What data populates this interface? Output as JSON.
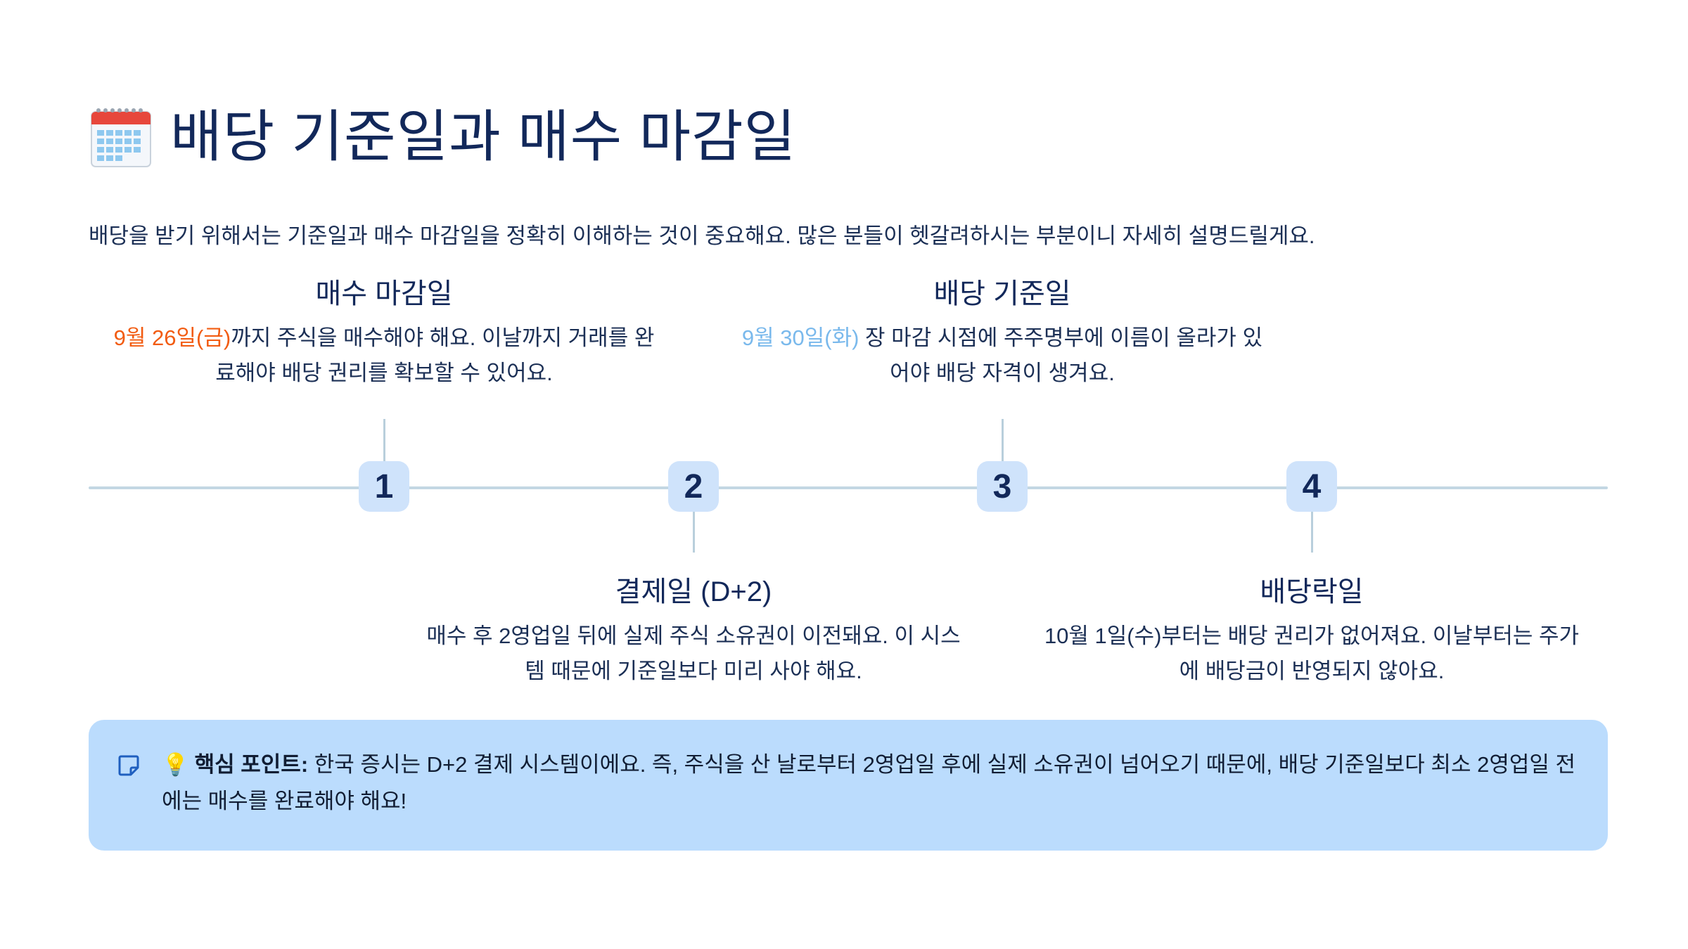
{
  "title": "배당 기준일과 매수 마감일",
  "intro": "배당을 받기 위해서는 기준일과 매수 마감일을 정확히 이해하는 것이 중요해요. 많은 분들이 헷갈려하시는 부분이니 자세히 설명드릴게요.",
  "timeline": {
    "nodes": [
      "1",
      "2",
      "3",
      "4"
    ],
    "events": [
      {
        "title": "매수 마감일",
        "highlight": "9월 26일(금)",
        "desc_line1": "까지 주식을 매수해야 해요. 이날까지 거래를 완",
        "desc_line2": "료해야 배당 권리를 확보할 수 있어요."
      },
      {
        "title": "결제일 (D+2)",
        "desc_line1": "매수 후 2영업일 뒤에 실제 주식 소유권이 이전돼요. 이 시스",
        "desc_line2": "템 때문에 기준일보다 미리 사야 해요."
      },
      {
        "title": "배당 기준일",
        "highlight": "9월 30일(화)",
        "desc_line1": " 장 마감 시점에 주주명부에 이름이 올라가 있",
        "desc_line2": "어야 배당 자격이 생겨요."
      },
      {
        "title": "배당락일",
        "desc_line1": "10월 1일(수)부터는 배당 권리가 없어져요. 이날부터는 주가",
        "desc_line2": "에 배당금이 반영되지 않아요."
      }
    ]
  },
  "callout": {
    "bulb": "💡",
    "label": "핵심 포인트:",
    "text": " 한국 증시는 D+2 결제 시스템이에요. 즉, 주식을 산 날로부터 2영업일 후에 실제 소유권이 넘어오기 때문에, 배당 기준일보다 최소 2영업일 전에는 매수를 완료해야 해요!"
  },
  "colors": {
    "accent_orange": "#f25c12",
    "accent_blue": "#7ab9ec",
    "callout_bg": "#bbdcfd",
    "node_bg": "#cfe3fb",
    "text_dark": "#12285a"
  },
  "icons": {
    "title_icon": "calendar-icon",
    "callout_icon": "note-icon"
  }
}
